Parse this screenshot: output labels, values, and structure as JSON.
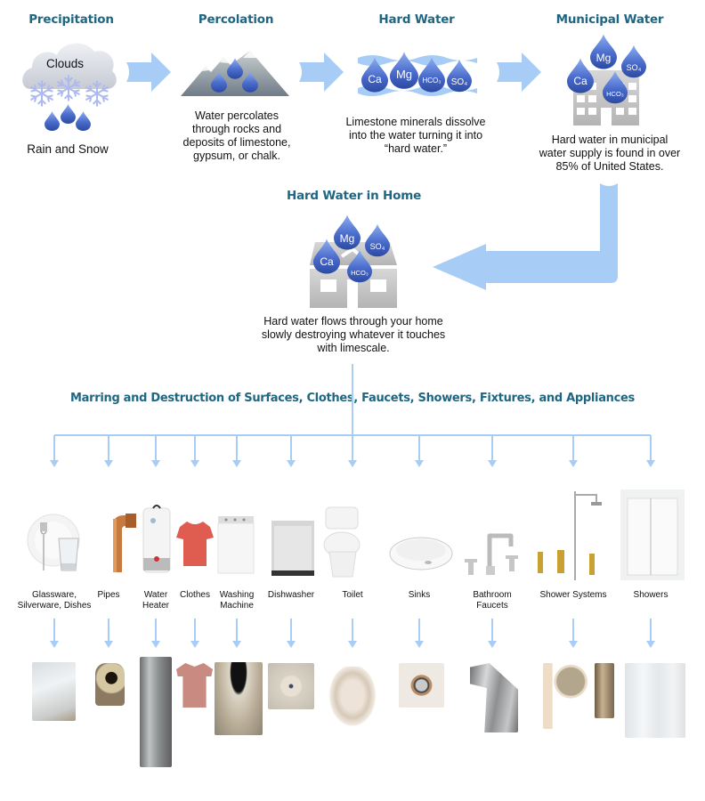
{
  "stages": [
    {
      "id": "precipitation",
      "title": "Precipitation",
      "icon_label": "Clouds",
      "caption": "Rain and Snow"
    },
    {
      "id": "percolation",
      "title": "Percolation",
      "caption": "Water percolates through rocks and deposits of limestone, gypsum, or chalk."
    },
    {
      "id": "hard-water",
      "title": "Hard Water",
      "caption": "Limestone minerals dissolve into the water turning it into “hard water.”"
    },
    {
      "id": "municipal-water",
      "title": "Municipal Water",
      "caption": "Hard water in municipal water supply is found in over 85% of United States."
    },
    {
      "id": "hard-water-home",
      "title": "Hard Water in Home",
      "caption": "Hard water flows through your home slowly destroying whatever it touches with limescale."
    }
  ],
  "minerals": {
    "ca": "Ca",
    "mg": "Mg",
    "hco3": "HCO₃",
    "so4": "SO₄"
  },
  "banner": "Marring and Destruction of Surfaces, Clothes, Faucets, Showers, Fixtures, and Appliances",
  "items": [
    {
      "label": "Glassware,\nSilverware, Dishes"
    },
    {
      "label": "Pipes"
    },
    {
      "label": "Water\nHeater"
    },
    {
      "label": "Clothes"
    },
    {
      "label": "Washing\nMachine"
    },
    {
      "label": "Dishwasher"
    },
    {
      "label": "Toilet"
    },
    {
      "label": "Sinks"
    },
    {
      "label": "Bathroom\nFaucets"
    },
    {
      "label": "Shower Systems"
    },
    {
      "label": "Showers"
    }
  ],
  "colors": {
    "title": "#1e6682",
    "arrow": "#a7cdf7",
    "drop_top": "#7ea0e8",
    "drop_bottom": "#2f4fa8"
  }
}
